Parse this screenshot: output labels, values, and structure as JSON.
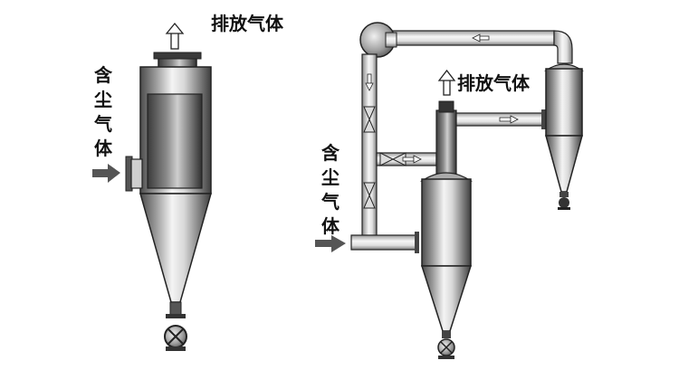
{
  "labels": {
    "exhaust_gas_left": "排放气体",
    "exhaust_gas_right": "排放气体",
    "dusty_gas_left": "含尘气体",
    "dusty_gas_right": "含尘气体"
  },
  "colors": {
    "body_light": "#f2f2f2",
    "body_dark": "#4a4a4a",
    "outline": "#222222",
    "inlet_arrow": "#555555"
  }
}
